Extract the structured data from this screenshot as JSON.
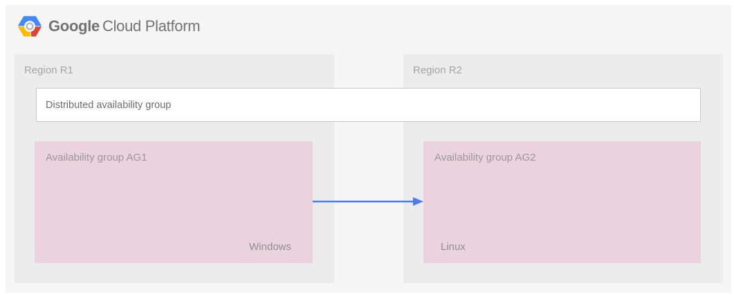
{
  "header": {
    "brand": {
      "google": "Google",
      "product": "Cloud Platform",
      "icon": "gcp-hexagon-logo"
    }
  },
  "diagram": {
    "distributed_group": {
      "label": "Distributed availability group"
    },
    "regions": [
      {
        "label": "Region R1",
        "availability_group": {
          "label": "Availability group AG1",
          "os": "Windows"
        }
      },
      {
        "label": "Region R2",
        "availability_group": {
          "label": "Availability group AG2",
          "os": "Linux"
        }
      }
    ],
    "arrow": {
      "from": "Availability group AG1",
      "to": "Availability group AG2",
      "direction": "left-to-right"
    }
  },
  "colors": {
    "canvas_background": "#f5f5f6",
    "region_background": "#ececed",
    "availability_group_background": "#ebd3de",
    "distributed_group_border": "#c9c9c9",
    "arrow_blue": "#4e7cea",
    "region_label_text": "#a4a4a7",
    "distributed_group_text": "#6d6d6d",
    "availability_group_text": "#99969d",
    "os_label_text": "#8f8c93",
    "brand_text": "#737373",
    "logo_blue": "#4387fd",
    "logo_red": "#dc4437",
    "logo_yellow": "#f9bb0d"
  }
}
